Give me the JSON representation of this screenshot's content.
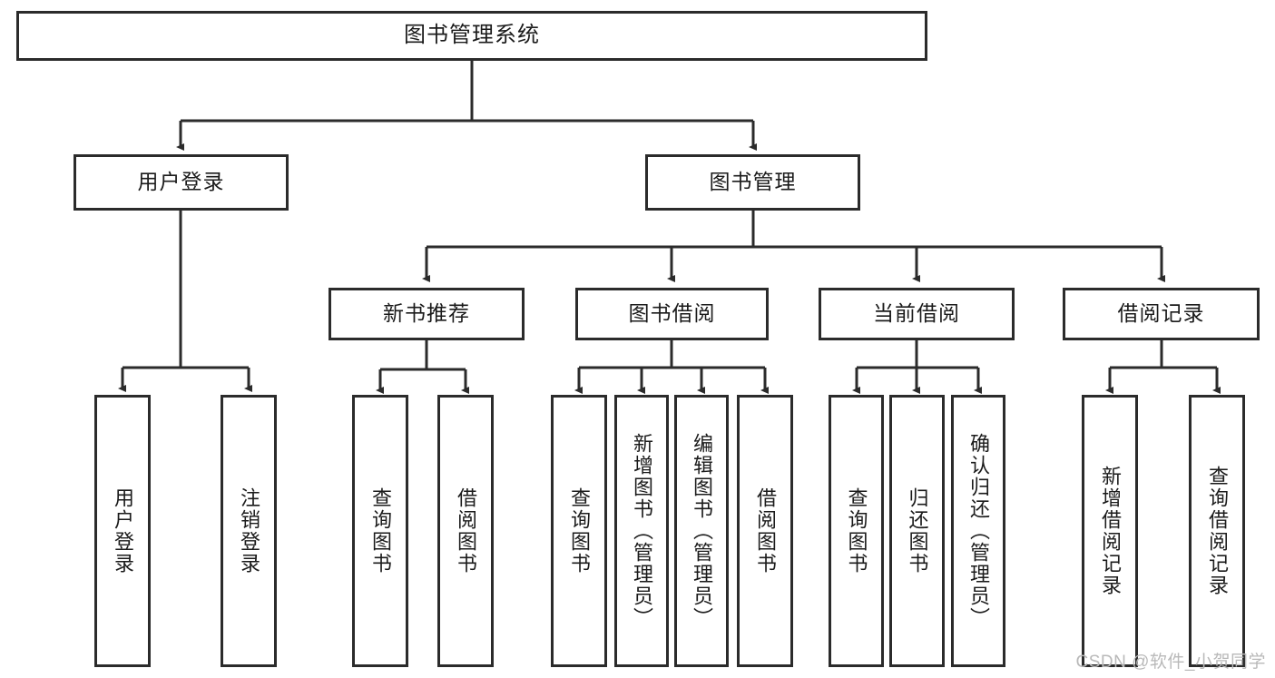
{
  "diagram": {
    "title": "图书管理系统",
    "watermark": "CSDN @软件_小贺同学",
    "line_color": "#2b2b2b",
    "box_fill": "#ffffff",
    "text_color": "#1b1b1b"
  },
  "nodes": {
    "root": {
      "label": "图书管理系统"
    },
    "level2": [
      {
        "label": "用户登录"
      },
      {
        "label": "图书管理"
      }
    ],
    "level3": [
      {
        "label": "新书推荐"
      },
      {
        "label": "图书借阅"
      },
      {
        "label": "当前借阅"
      },
      {
        "label": "借阅记录"
      }
    ],
    "leaves": {
      "user_login": [
        {
          "label": "用户登录"
        },
        {
          "label": "注销登录"
        }
      ],
      "new_book_recommend": [
        {
          "label": "查询图书"
        },
        {
          "label": "借阅图书"
        }
      ],
      "book_borrow": [
        {
          "label": "查询图书"
        },
        {
          "label": "新增图书（管理员）"
        },
        {
          "label": "编辑图书（管理员）"
        },
        {
          "label": "借阅图书"
        }
      ],
      "current_borrow": [
        {
          "label": "查询图书"
        },
        {
          "label": "归还图书"
        },
        {
          "label": "确认归还（管理员）"
        }
      ],
      "borrow_record": [
        {
          "label": "新增借阅记录"
        },
        {
          "label": "查询借阅记录"
        }
      ]
    }
  }
}
